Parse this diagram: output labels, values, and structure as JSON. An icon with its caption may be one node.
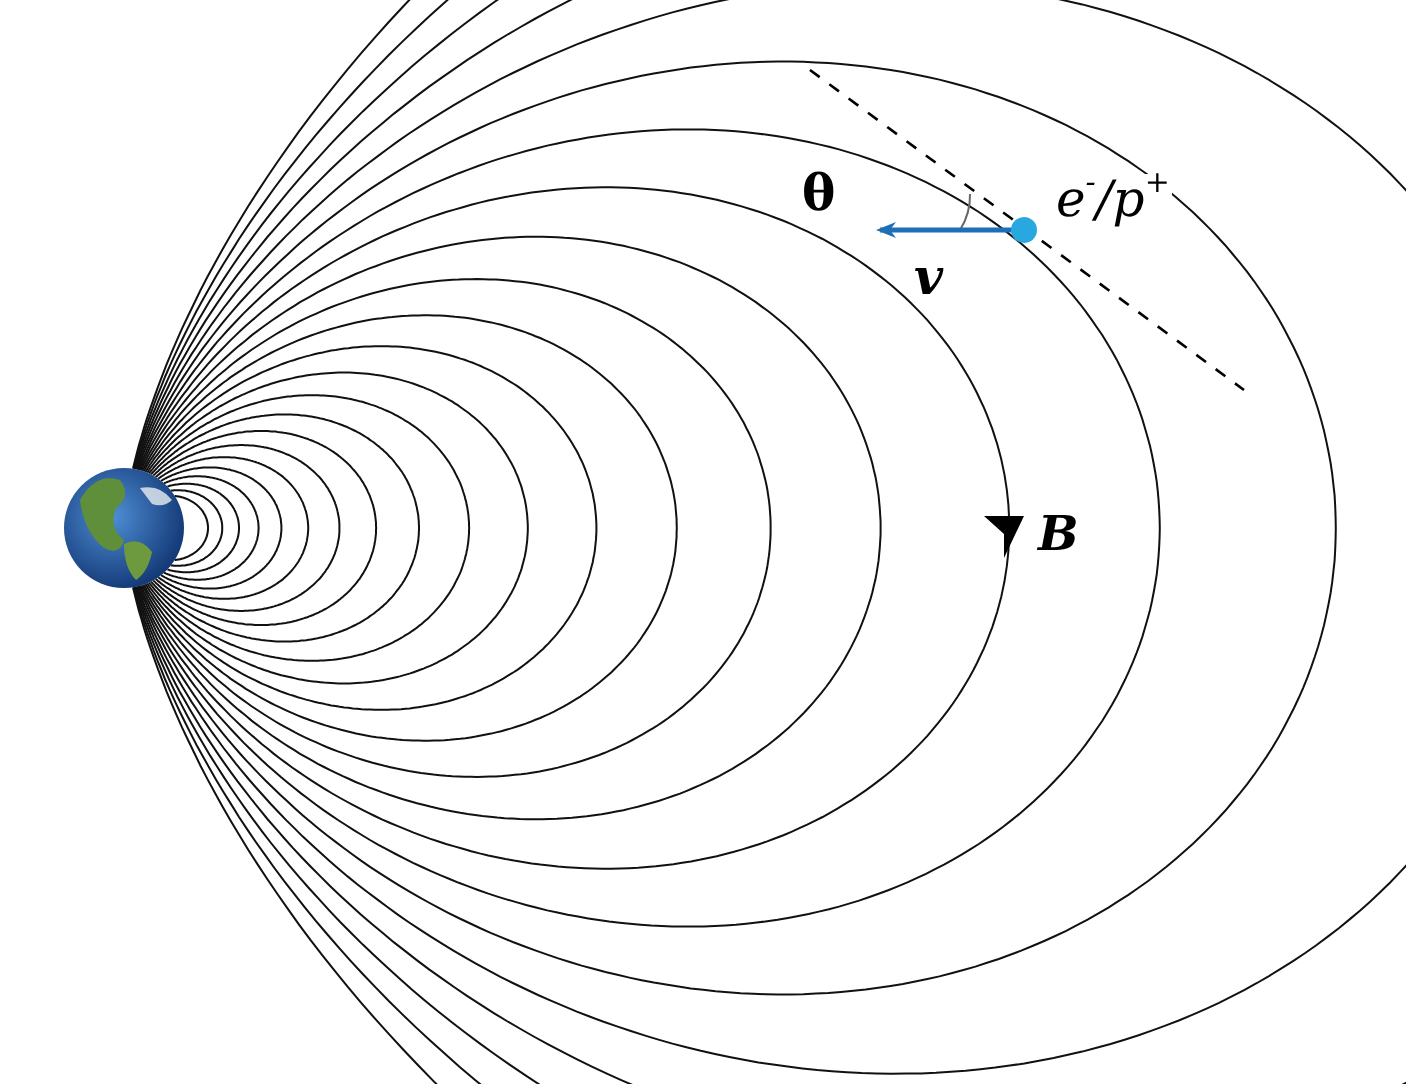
{
  "diagram": {
    "labels": [
      "θ",
      "v",
      "e$^{-}$/p$^{+}$",
      "B"
    ]
  }
}
